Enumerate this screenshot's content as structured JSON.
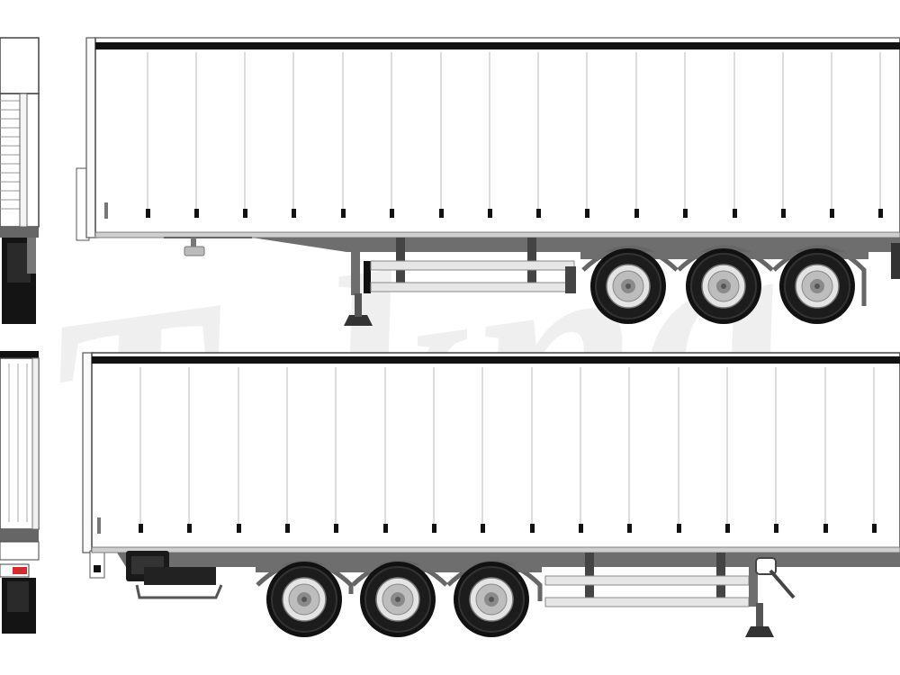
{
  "watermark": {
    "text": "Tekna",
    "color": "#ececec"
  },
  "views": {
    "top": {
      "side": "right-side",
      "axles": 3
    },
    "bottom": {
      "side": "left-side",
      "axles": 3
    }
  },
  "colors": {
    "curtain": "#ffffff",
    "outline": "#333333",
    "roof_rail": "#111111",
    "chassis": "#6e6e6e",
    "tire": "#0f0f0f",
    "hub": "#c8c8c8",
    "rear_light": "#d62b2b"
  }
}
